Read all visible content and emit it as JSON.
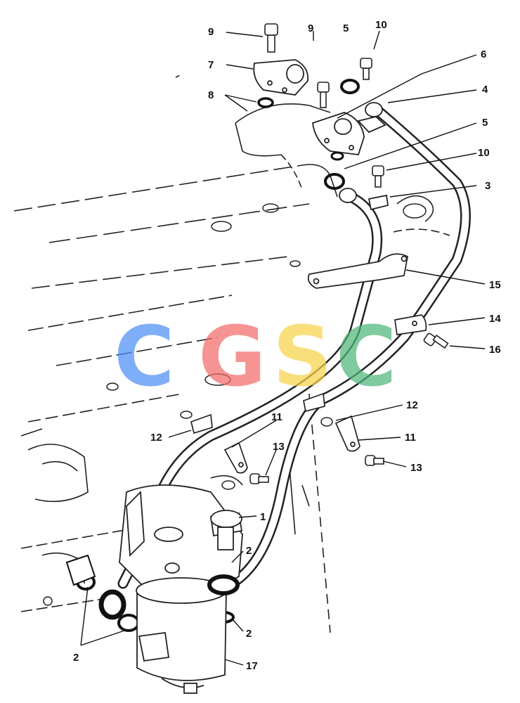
{
  "diagram": {
    "callouts": [
      "9",
      "9",
      "5",
      "10",
      "7",
      "6",
      "8",
      "4",
      "5",
      "10",
      "3",
      "15",
      "14",
      "16",
      "12",
      "11",
      "12",
      "11",
      "13",
      "13",
      "1",
      "2",
      "2",
      "2",
      "17"
    ]
  },
  "watermark": {
    "letters": [
      "C",
      "G",
      "S",
      "C"
    ],
    "colors": [
      "#4f8ff7",
      "#f36b6b",
      "#f8d44a",
      "#4fb67a"
    ]
  }
}
